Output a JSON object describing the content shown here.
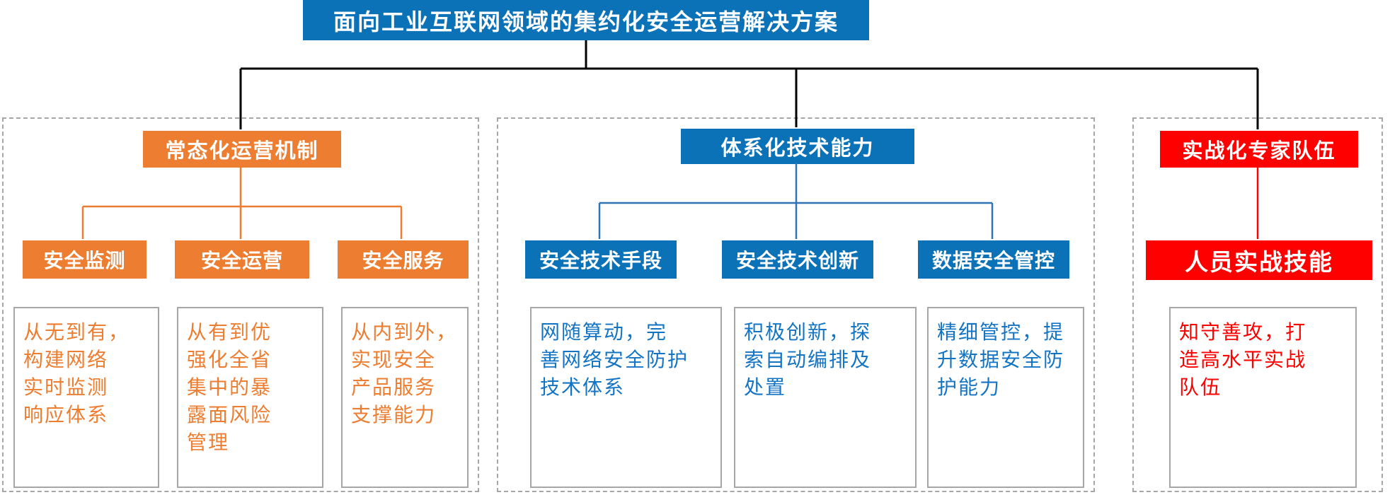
{
  "title": "面向工业互联网领域的集约化安全运营解决方案",
  "colors": {
    "title_bg": "#0b72b8",
    "operations_accent": "#ed7d31",
    "technology_accent": "#0b72b8",
    "experts_accent": "#ff0000",
    "technology_text": "#1474c4",
    "connector_black": "#000000",
    "connector_blue": "#2e75b6",
    "container_border": "#a6a6a6"
  },
  "sections": [
    {
      "id": "operations",
      "header": "常态化运营机制",
      "accent": "#ed7d31",
      "children": [
        {
          "label": "安全监测",
          "desc": "从无到有，\n构建网络\n实时监测\n响应体系"
        },
        {
          "label": "安全运营",
          "desc": "从有到优\n强化全省\n集中的暴\n露面风险\n管理"
        },
        {
          "label": "安全服务",
          "desc": "从内到外，\n实现安全\n产品服务\n支撑能力"
        }
      ]
    },
    {
      "id": "technology",
      "header": "体系化技术能力",
      "accent": "#0b72b8",
      "children": [
        {
          "label": "安全技术手段",
          "desc": "网随算动，完\n善网络安全防护\n技术体系"
        },
        {
          "label": "安全技术创新",
          "desc": "积极创新，探\n索自动编排及\n处置"
        },
        {
          "label": "数据安全管控",
          "desc": "精细管控，提\n升数据安全防\n护能力"
        }
      ]
    },
    {
      "id": "experts",
      "header": "实战化专家队伍",
      "accent": "#ff0000",
      "children": [
        {
          "label": "人员实战技能",
          "desc": "知守善攻，打\n造高水平实战\n队伍"
        }
      ]
    }
  ]
}
